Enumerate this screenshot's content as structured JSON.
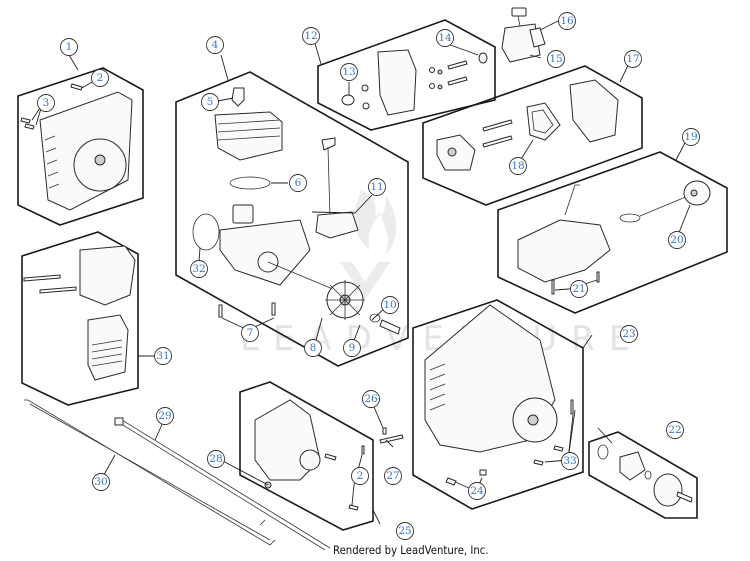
{
  "diagram": {
    "title": "Engine assembly exploded parts diagram",
    "watermark_text": "LEADVENTURE",
    "credit": "Rendered by LeadVenture, Inc.",
    "colors": {
      "callout_text": "#3a78c2",
      "line": "#1a1a1a",
      "background": "#ffffff",
      "watermark": "#e4e4e4"
    },
    "callouts": [
      {
        "id": "1",
        "part": "fan-housing-assembly"
      },
      {
        "id": "2",
        "part": "screw"
      },
      {
        "id": "3",
        "part": "screw"
      },
      {
        "id": "4",
        "part": "engine-block-assembly"
      },
      {
        "id": "5",
        "part": "spark-plug"
      },
      {
        "id": "6",
        "part": "cylinder-gasket"
      },
      {
        "id": "7",
        "part": "screw"
      },
      {
        "id": "8",
        "part": "flywheel"
      },
      {
        "id": "9",
        "part": "washer"
      },
      {
        "id": "10",
        "part": "pin"
      },
      {
        "id": "11",
        "part": "ignition-module"
      },
      {
        "id": "12",
        "part": "intake-assembly"
      },
      {
        "id": "13",
        "part": "intake-boot"
      },
      {
        "id": "14",
        "part": "grommet"
      },
      {
        "id": "15",
        "part": "carburetor"
      },
      {
        "id": "16",
        "part": "carburetor-gasket"
      },
      {
        "id": "17",
        "part": "air-filter-assembly"
      },
      {
        "id": "18",
        "part": "air-filter"
      },
      {
        "id": "19",
        "part": "fuel-tank-assembly"
      },
      {
        "id": "20",
        "part": "fuel-cap"
      },
      {
        "id": "21",
        "part": "screw"
      },
      {
        "id": "22",
        "part": "clutch-assembly"
      },
      {
        "id": "23",
        "part": "engine-housing-assembly"
      },
      {
        "id": "24",
        "part": "switch"
      },
      {
        "id": "25",
        "part": "clutch-housing-assembly"
      },
      {
        "id": "26",
        "part": "screw"
      },
      {
        "id": "27",
        "part": "bolt"
      },
      {
        "id": "28",
        "part": "nut"
      },
      {
        "id": "29",
        "part": "throttle-cable"
      },
      {
        "id": "30",
        "part": "wire-harness"
      },
      {
        "id": "31",
        "part": "muffler-assembly"
      },
      {
        "id": "32",
        "part": "o-ring"
      },
      {
        "id": "33",
        "part": "screw"
      }
    ]
  }
}
